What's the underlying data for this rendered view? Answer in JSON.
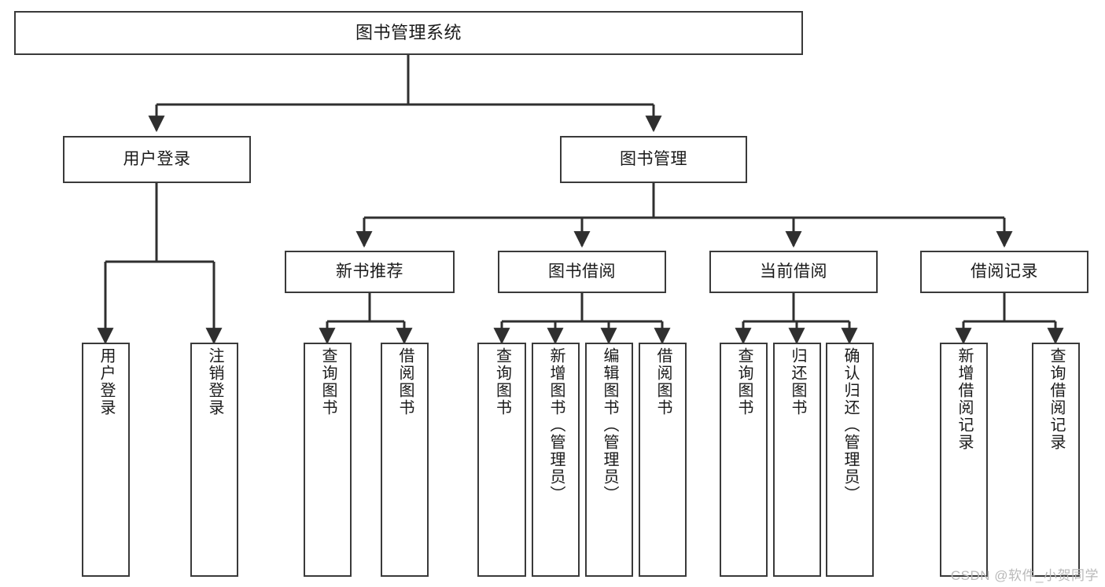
{
  "diagram": {
    "title": "图书管理系统",
    "type": "tree",
    "colors": {
      "box_border": "#3a3a3a",
      "box_fill": "#ffffff",
      "connector": "#2f2f2f",
      "text": "#1a1a1a",
      "watermark": "#b9b9b9",
      "background": "#ffffff"
    },
    "root": {
      "label": "图书管理系统"
    },
    "level2": [
      {
        "label": "用户登录"
      },
      {
        "label": "图书管理"
      }
    ],
    "level3": [
      {
        "label": "新书推荐"
      },
      {
        "label": "图书借阅"
      },
      {
        "label": "当前借阅"
      },
      {
        "label": "借阅记录"
      }
    ],
    "leaves": {
      "user_login": [
        {
          "label": "用户登录"
        },
        {
          "label": "注销登录"
        }
      ],
      "new_book": [
        {
          "label": "查询图书"
        },
        {
          "label": "借阅图书"
        }
      ],
      "book_borrow": [
        {
          "label": "查询图书"
        },
        {
          "label": "新增图书（管理员）"
        },
        {
          "label": "编辑图书（管理员）"
        },
        {
          "label": "借阅图书"
        }
      ],
      "current_borrow": [
        {
          "label": "查询图书"
        },
        {
          "label": "归还图书"
        },
        {
          "label": "确认归还（管理员）"
        }
      ],
      "borrow_record": [
        {
          "label": "新增借阅记录"
        },
        {
          "label": "查询借阅记录"
        }
      ]
    }
  },
  "watermark": {
    "text": "CSDN @软件_小贺同学"
  }
}
